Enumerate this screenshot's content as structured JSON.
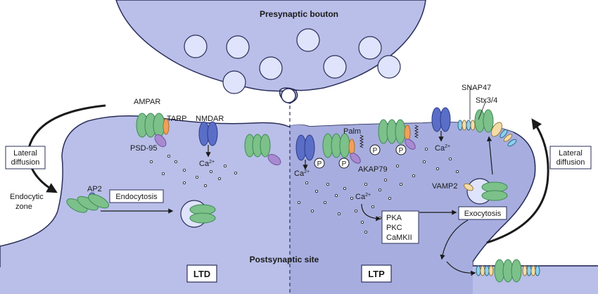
{
  "labels": {
    "presynaptic": "Presynaptic bouton",
    "postsynaptic": "Postsynaptic site",
    "ampar": "AMPAR",
    "tarp": "TARP",
    "nmdar": "NMDAR",
    "psd95": "PSD-95",
    "ca2": "Ca",
    "ca2_sup": "2+",
    "ap2": "AP2",
    "endocytic_1": "Endocytic",
    "endocytic_2": "zone",
    "endocytosis": "Endocytosis",
    "lateral_left_1": "Lateral",
    "lateral_left_2": "diffusion",
    "lateral_right_1": "Lateral",
    "lateral_right_2": "diffusion",
    "palm": "Palm",
    "akap79": "AKAP79",
    "p": "P",
    "snap47": "SNAP47",
    "stx34": "Stx3/4",
    "vamp2": "VAMP2",
    "exocytosis": "Exocytosis",
    "kinase_1": "PKA",
    "kinase_2": "PKC",
    "kinase_3": "CaMKII",
    "ltd": "LTD",
    "ltp": "LTP"
  },
  "colors": {
    "cell_fill": "#b9bfe8",
    "cell_stroke": "#2b2f5a",
    "ltp_shade": "#a3aadd",
    "vesicle_fill": "#dfe3fb",
    "ampar_green": "#7cc08a",
    "ampar_green_dark": "#3e8a55",
    "nmdar_blue": "#5a6ec8",
    "nmdar_blue_dark": "#2d3b86",
    "tarp_orange": "#f0a05a",
    "psd_purple": "#a88ad0",
    "stx_cream": "#f3dca8",
    "snap_cyan": "#8fd0ee"
  }
}
